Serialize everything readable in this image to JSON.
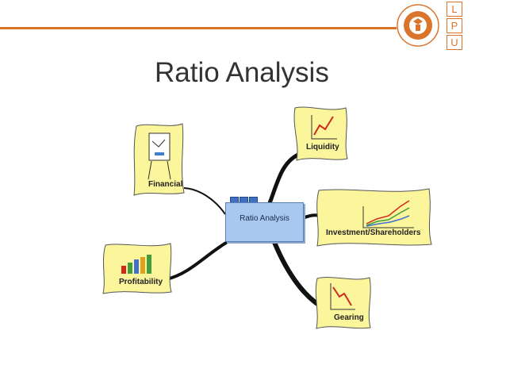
{
  "header": {
    "logo_letters": [
      "L",
      "P",
      "U"
    ]
  },
  "slide": {
    "title": "Ratio Analysis"
  },
  "mindmap": {
    "center": "Ratio Analysis",
    "branches": {
      "liquidity": "Liquidity",
      "investment": "Investment/Shareholders",
      "gearing": "Gearing",
      "financial": "Financial",
      "profitability": "Profitability"
    }
  },
  "colors": {
    "accent": "#d9742a",
    "node_fill": "#fbf59b",
    "center_fill": "#a9c8f0"
  }
}
